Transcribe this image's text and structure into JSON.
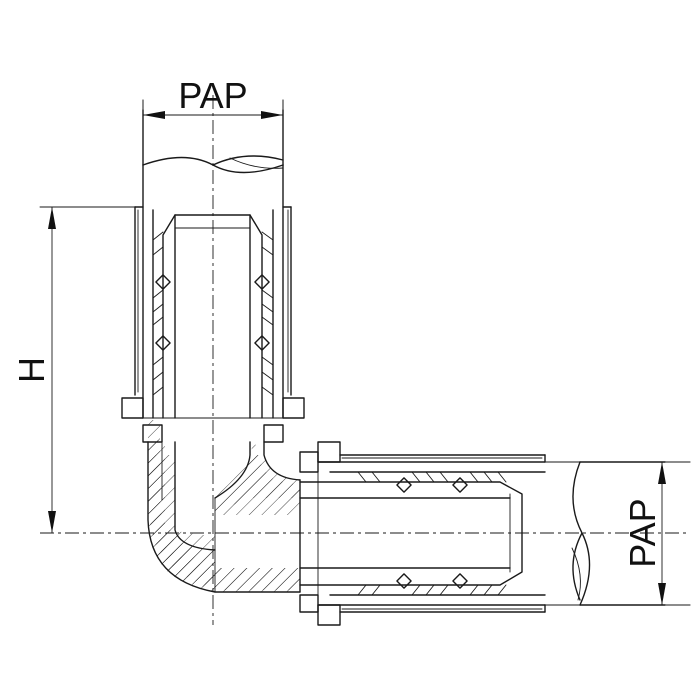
{
  "diagram": {
    "labels": {
      "top_width": "PAP",
      "height": "H",
      "right_width": "PAP"
    }
  }
}
